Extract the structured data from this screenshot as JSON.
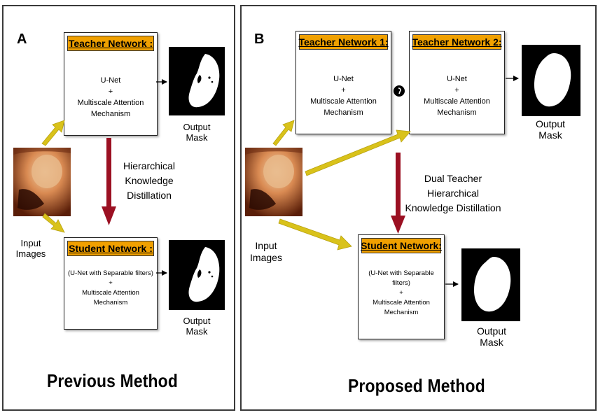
{
  "panel_a": {
    "letter": "A",
    "teacher": {
      "title": "Teacher Network :",
      "lines": [
        "U-Net",
        "+",
        "Multiscale Attention",
        "Mechanism"
      ]
    },
    "student": {
      "title": "Student Network :",
      "lines": [
        "(U-Net with Separable filters)",
        "+",
        "Multiscale Attention",
        "Mechanism"
      ]
    },
    "distillation_label": [
      "Hierarchical",
      "Knowledge",
      "Distillation"
    ],
    "input_label": [
      "Input",
      "Images"
    ],
    "output_label_top": [
      "Output",
      "Mask"
    ],
    "output_label_bottom": [
      "Output",
      "Mask"
    ],
    "caption": "Previous Method"
  },
  "panel_b": {
    "letter": "B",
    "teacher1": {
      "title": "Teacher Network 1:",
      "lines": [
        "U-Net",
        "+",
        "Multiscale Attention",
        "Mechanism"
      ]
    },
    "teacher2": {
      "title": "Teacher Network 2:",
      "lines": [
        "U-Net",
        "+",
        "Multiscale Attention",
        "Mechanism"
      ]
    },
    "student": {
      "title": "Student Network:",
      "lines": [
        "(U-Net with Separable",
        "filters)",
        "+",
        "Multiscale Attention",
        "Mechanism"
      ]
    },
    "distillation_label": [
      "Dual Teacher",
      "Hierarchical",
      "Knowledge Distillation"
    ],
    "input_label": [
      "Input",
      "Images"
    ],
    "output_label_top": [
      "Output",
      "Mask"
    ],
    "output_label_bottom": [
      "Output",
      "Mask"
    ],
    "caption": "Proposed Method"
  },
  "colors": {
    "header_orange": "#f0a000",
    "input_arrow_yellow": "#d9c21a",
    "distill_arrow_red": "#9b1022"
  },
  "icons": {
    "connector_between_teachers": "black-circle-icon",
    "input_image": "colonoscopy-image",
    "output_mask": "segmentation-mask-image"
  }
}
